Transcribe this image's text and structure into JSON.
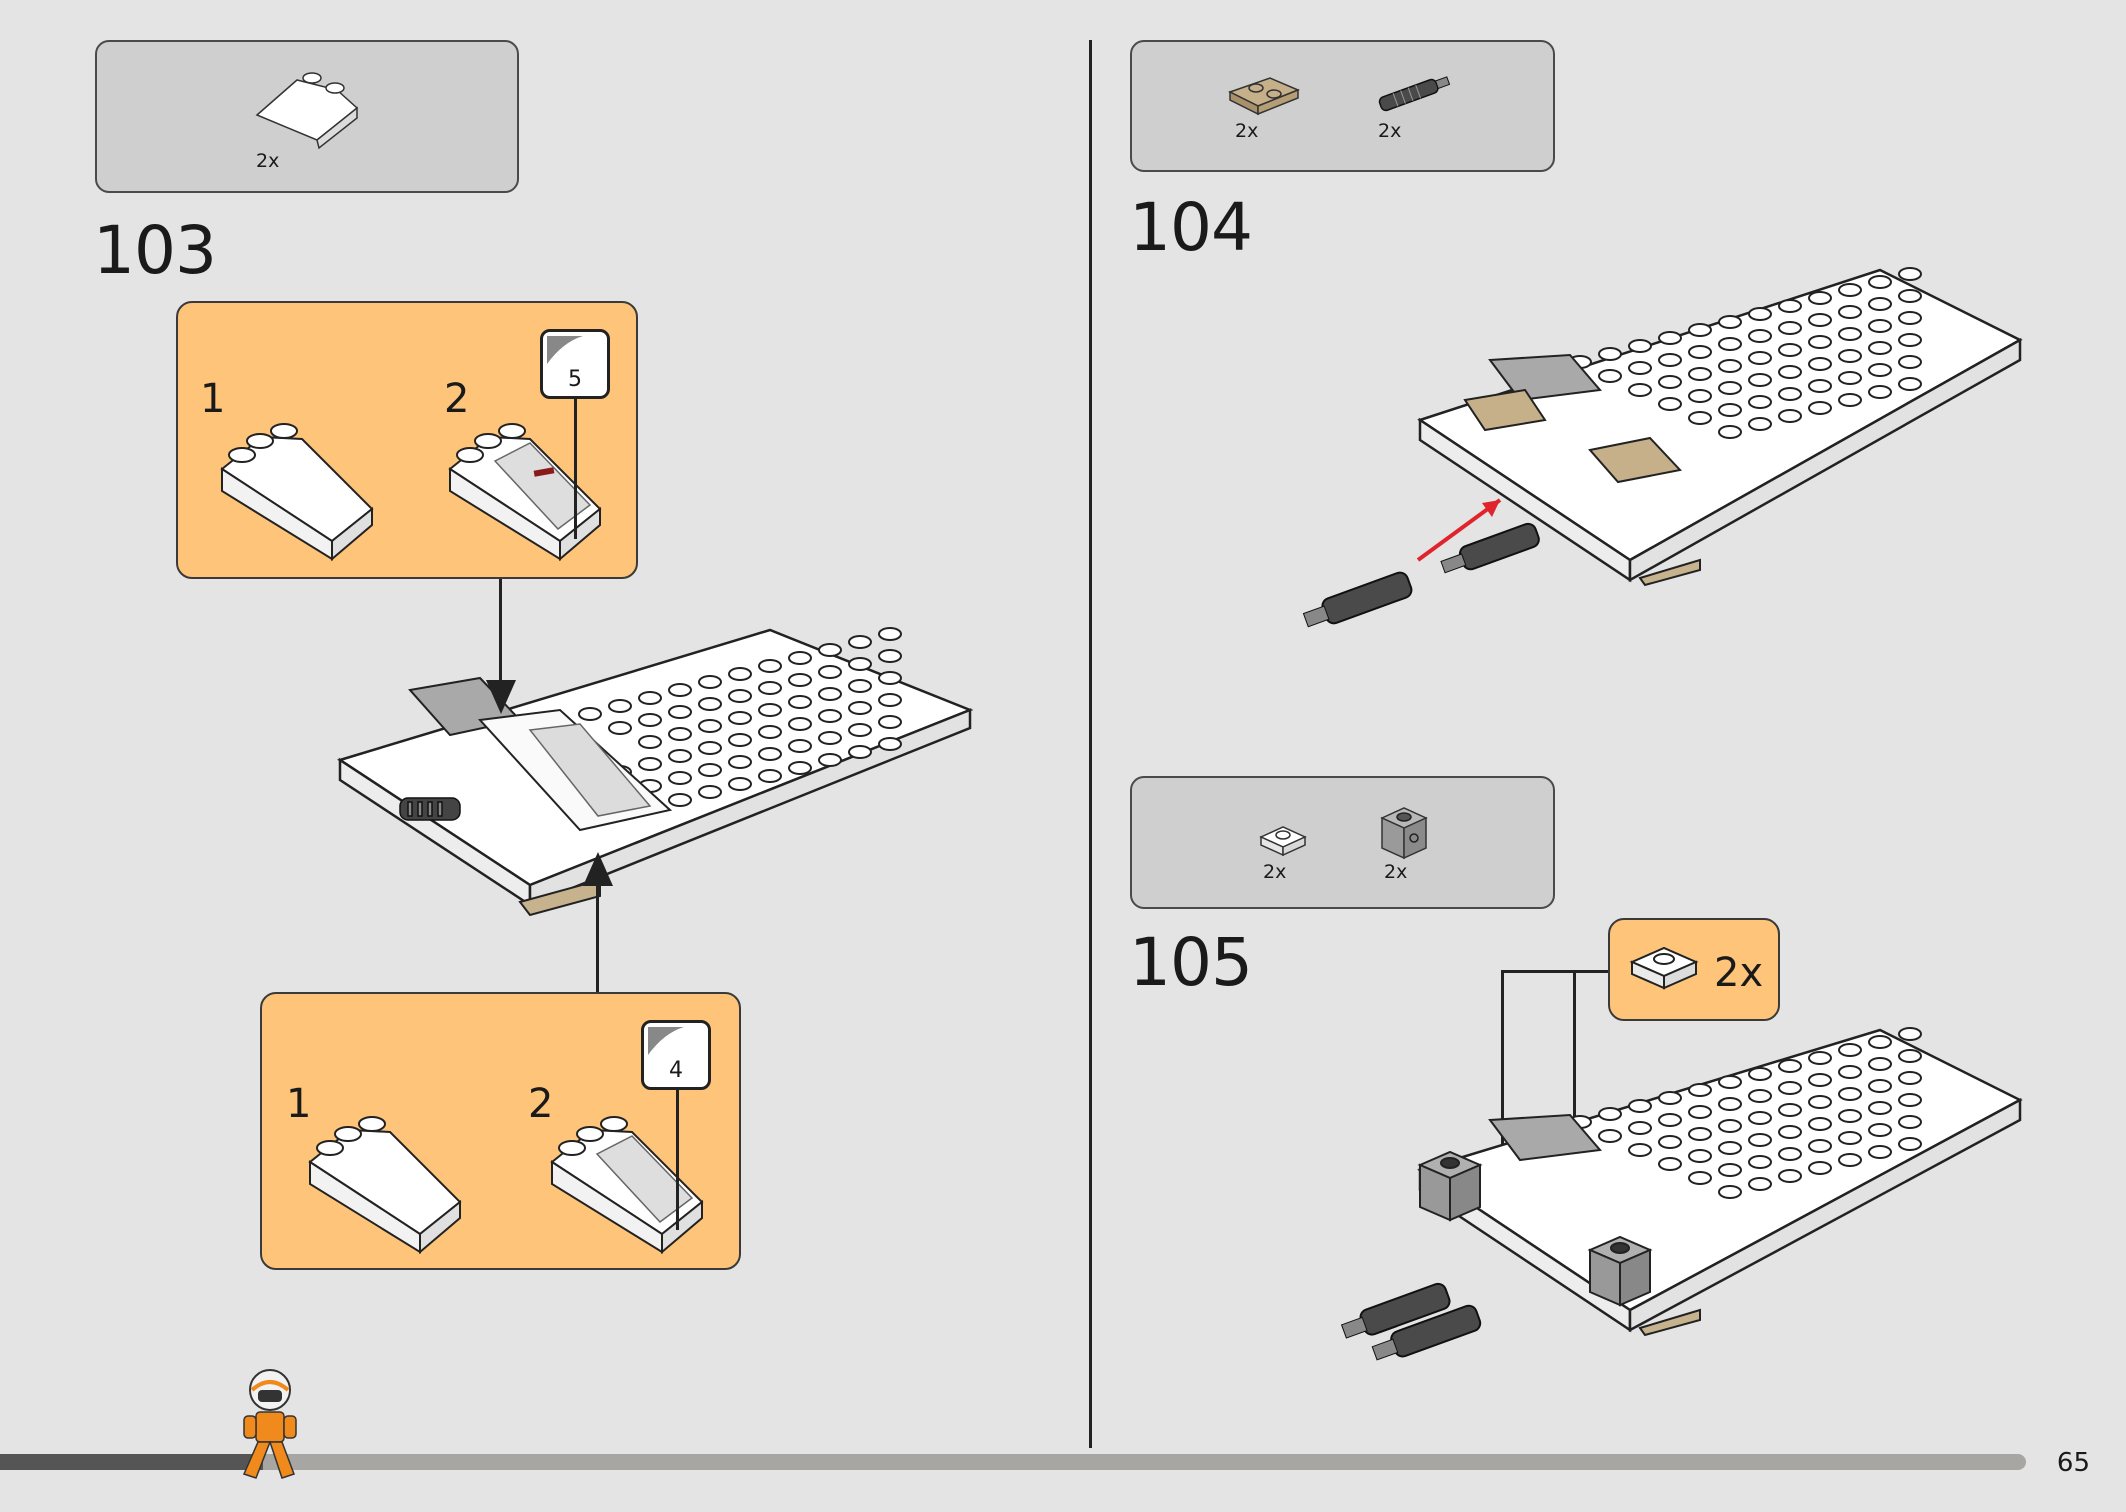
{
  "page": {
    "number": "65",
    "progress_fraction": 0.13
  },
  "colors": {
    "background": "#e4e4e4",
    "parts_box": "#cfcfcf",
    "submodel_box": "#fdc47a",
    "arrow_red": "#e0242c",
    "progress_dark": "#555555",
    "progress_light": "#a8a6a2",
    "minifig_orange": "#f08a1c"
  },
  "steps": [
    {
      "number": "103",
      "parts": [
        {
          "icon": "white-slope-brick-icon",
          "qty": "2x"
        }
      ],
      "submodels": [
        {
          "labels": [
            "1",
            "2"
          ],
          "sticker": "5"
        },
        {
          "labels": [
            "1",
            "2"
          ],
          "sticker": "4"
        }
      ]
    },
    {
      "number": "104",
      "parts": [
        {
          "icon": "tan-plate-1x2-icon",
          "qty": "2x"
        },
        {
          "icon": "dark-grey-connector-pin-icon",
          "qty": "2x"
        }
      ]
    },
    {
      "number": "105",
      "parts": [
        {
          "icon": "white-round-plate-icon",
          "qty": "2x"
        },
        {
          "icon": "grey-brick-with-stud-icon",
          "qty": "2x"
        }
      ],
      "callout": {
        "icon": "white-round-plate-icon",
        "qty": "2x"
      }
    }
  ]
}
